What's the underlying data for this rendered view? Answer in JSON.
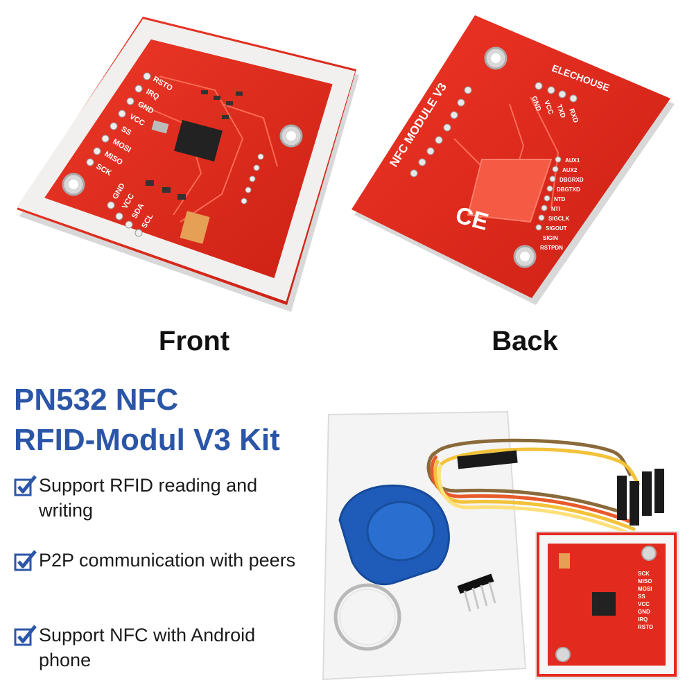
{
  "images": {
    "front_caption": "Front",
    "back_caption": "Back"
  },
  "product": {
    "title_line1": "PN532 NFC",
    "title_line2": "RFID-Modul V3 Kit"
  },
  "features": [
    "Support RFID reading and writing",
    "P2P communication with peers",
    "Support NFC with Android phone"
  ],
  "board_labels": {
    "front_pins": [
      "RSTO",
      "IRQ",
      "GND",
      "VCC",
      "SS",
      "MOSI",
      "MISO",
      "SCK"
    ],
    "front_bottom_pins": [
      "GND",
      "VCC",
      "SDA",
      "SCL"
    ],
    "back_pins_top": [
      "GND",
      "VCC",
      "TXD",
      "RXD"
    ],
    "back_side_pins": [
      "AUX1",
      "AUX2",
      "DBGRXD",
      "DBGTXD",
      "NTD",
      "NTI",
      "SIGCLK",
      "SIGOUT",
      "SIGIN",
      "RSTPDN"
    ],
    "back_brand": "ELECHOUSE",
    "back_module_text": "NFC  MODULE  V3",
    "ce_mark": "CE",
    "kit_pins": [
      "SCK",
      "MISO",
      "MOSI",
      "SS",
      "VCC",
      "GND",
      "IRQ",
      "RSTO"
    ]
  },
  "colors": {
    "title_blue": "#2b56a8",
    "board_red": "#e32a1e",
    "tag_blue": "#1f5bb8"
  }
}
